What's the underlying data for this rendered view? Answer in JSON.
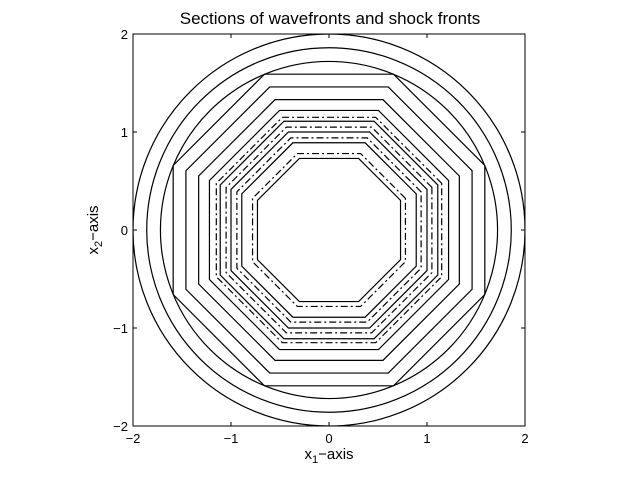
{
  "chart_data": {
    "type": "line",
    "title": "Sections of wavefronts and shock fronts",
    "xlabel": {
      "base": "x",
      "sub": "1",
      "rest": "−axis"
    },
    "ylabel": {
      "base": "x",
      "sub": "2",
      "rest": "−axis"
    },
    "xlim": [
      -2,
      2
    ],
    "ylim": [
      -2,
      2
    ],
    "xticks": [
      -2,
      -1,
      0,
      1,
      2
    ],
    "yticks": [
      -2,
      -1,
      0,
      1,
      2
    ],
    "xtick_labels": [
      "−2",
      "−1",
      "0",
      "1",
      "2"
    ],
    "ytick_labels": [
      "−2",
      "−1",
      "0",
      "1",
      "2"
    ],
    "grid": false,
    "series": [
      {
        "style": "solid",
        "shape": "octagon",
        "apothem": 0.73
      },
      {
        "style": "dashdot",
        "shape": "octagon",
        "apothem": 0.78
      },
      {
        "style": "solid",
        "shape": "octagon",
        "apothem": 0.89
      },
      {
        "style": "dashdot",
        "shape": "octagon",
        "apothem": 0.94
      },
      {
        "style": "solid",
        "shape": "octagon",
        "apothem": 1.0
      },
      {
        "style": "dashdot",
        "shape": "octagon",
        "apothem": 1.05
      },
      {
        "style": "solid",
        "shape": "octagon",
        "apothem": 1.11
      },
      {
        "style": "dashdot",
        "shape": "octagon",
        "apothem": 1.15
      },
      {
        "style": "solid",
        "shape": "octagon",
        "apothem": 1.22
      },
      {
        "style": "solid",
        "shape": "octagon",
        "apothem": 1.33
      },
      {
        "style": "solid",
        "shape": "octagon",
        "apothem": 1.46
      },
      {
        "style": "solid",
        "shape": "octagon",
        "apothem": 1.59
      },
      {
        "style": "solid",
        "shape": "circle",
        "radius": 1.72
      },
      {
        "style": "solid",
        "shape": "circle",
        "radius": 1.86
      },
      {
        "style": "solid",
        "shape": "circle",
        "radius": 2.0
      }
    ]
  }
}
